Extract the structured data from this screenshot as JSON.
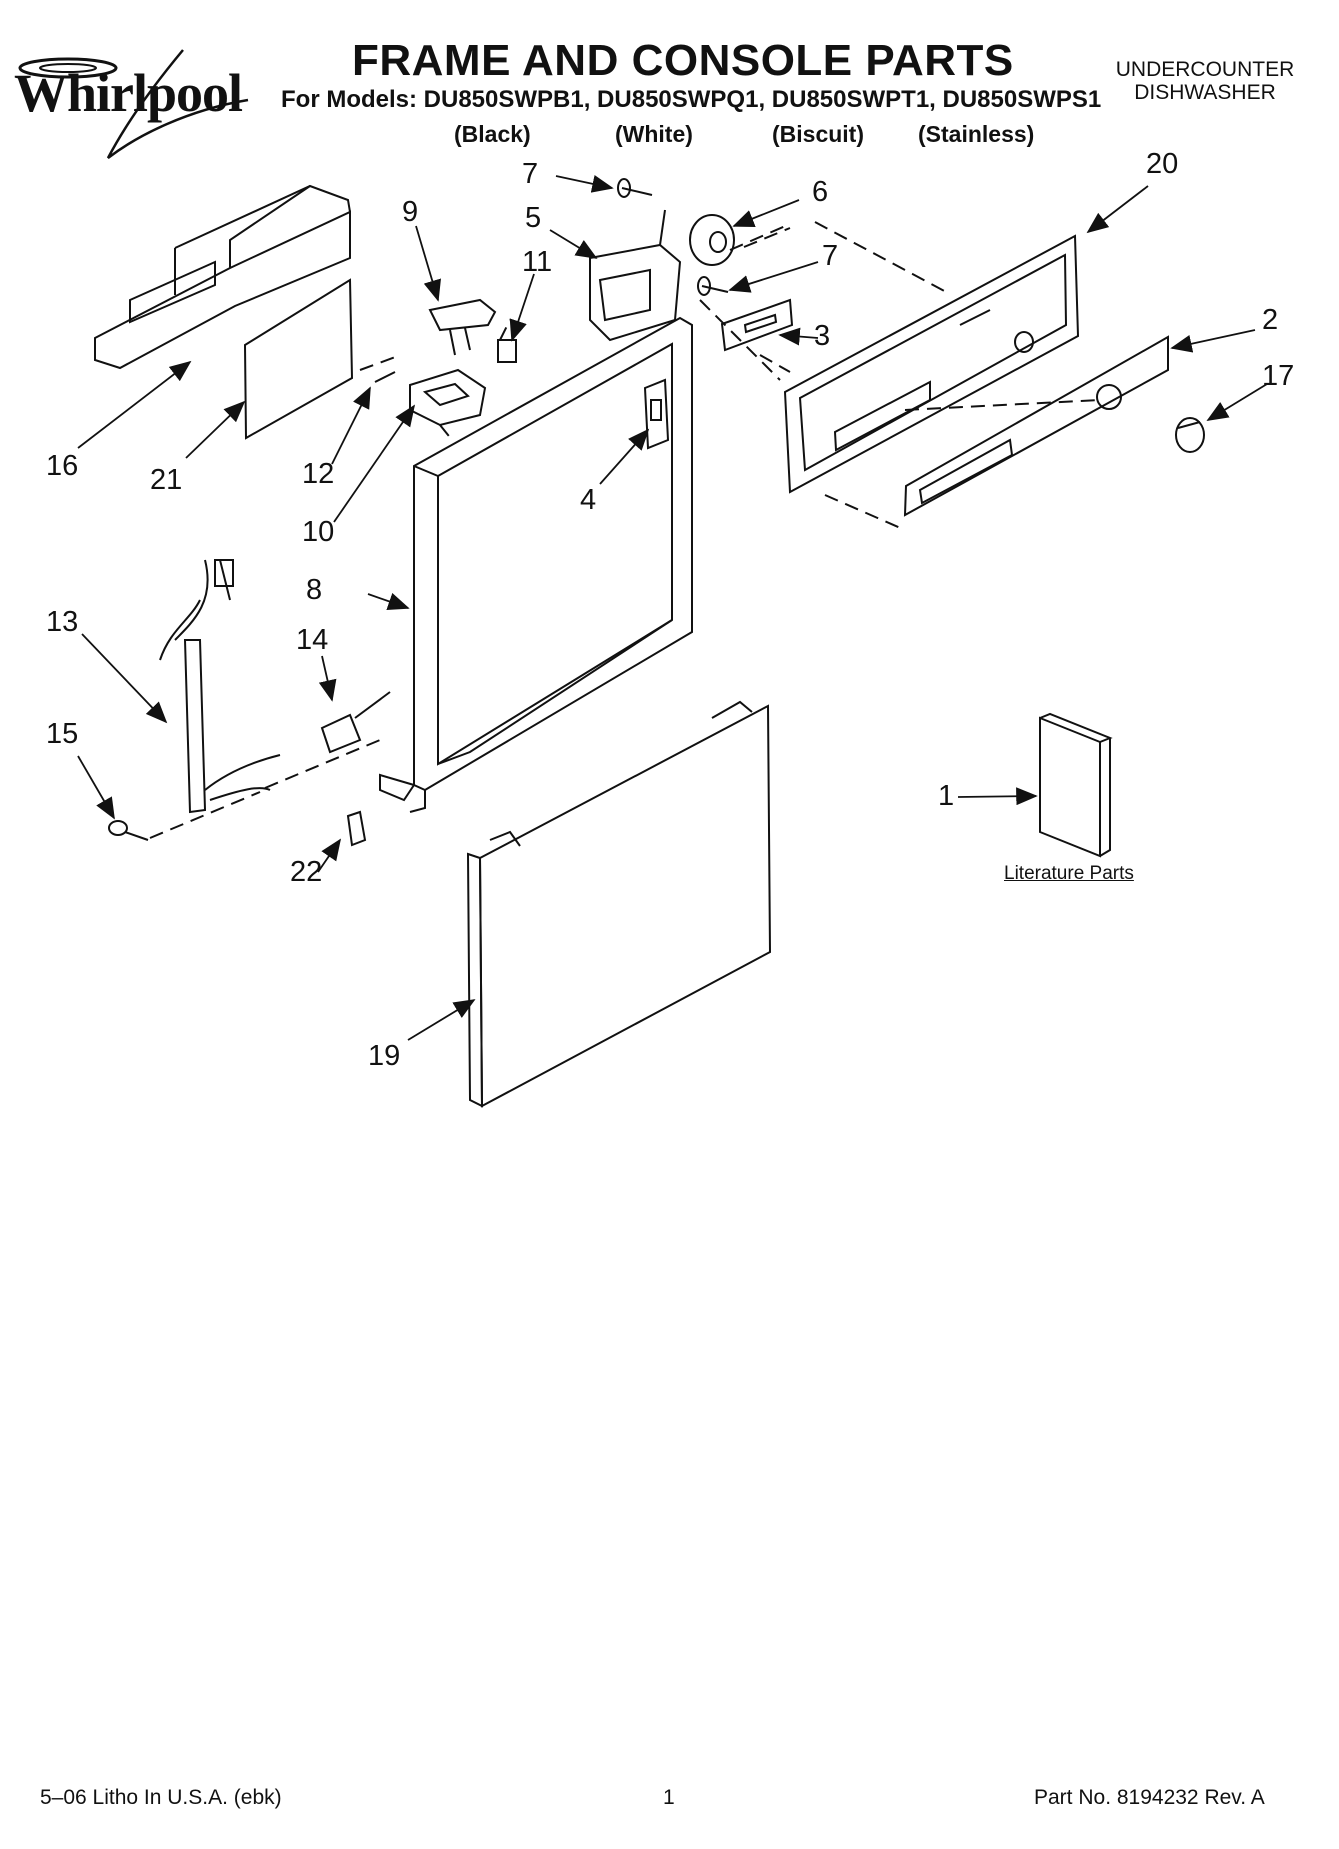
{
  "header": {
    "brand": "Whirlpool",
    "title": "FRAME AND CONSOLE PARTS",
    "models_line": "For Models: DU850SWPB1, DU850SWPQ1, DU850SWPT1, DU850SWPS1",
    "colors": [
      "(Black)",
      "(White)",
      "(Biscuit)",
      "(Stainless)"
    ],
    "appliance_type": [
      "UNDERCOUNTER",
      "DISHWASHER"
    ]
  },
  "callouts": [
    {
      "id": "c7a",
      "label": "7"
    },
    {
      "id": "c6",
      "label": "6"
    },
    {
      "id": "c20",
      "label": "20"
    },
    {
      "id": "c9",
      "label": "9"
    },
    {
      "id": "c5",
      "label": "5"
    },
    {
      "id": "c11",
      "label": "11"
    },
    {
      "id": "c7b",
      "label": "7"
    },
    {
      "id": "c2",
      "label": "2"
    },
    {
      "id": "c3",
      "label": "3"
    },
    {
      "id": "c17",
      "label": "17"
    },
    {
      "id": "c16",
      "label": "16"
    },
    {
      "id": "c21",
      "label": "21"
    },
    {
      "id": "c12",
      "label": "12"
    },
    {
      "id": "c4",
      "label": "4"
    },
    {
      "id": "c10",
      "label": "10"
    },
    {
      "id": "c8",
      "label": "8"
    },
    {
      "id": "c13",
      "label": "13"
    },
    {
      "id": "c14",
      "label": "14"
    },
    {
      "id": "c15",
      "label": "15"
    },
    {
      "id": "c1",
      "label": "1"
    },
    {
      "id": "c22",
      "label": "22"
    },
    {
      "id": "c19",
      "label": "19"
    }
  ],
  "literature_label": "Literature Parts",
  "footer": {
    "left": "5–06 Litho In U.S.A. (ebk)",
    "center": "1",
    "right": "Part No. 8194232 Rev. A"
  }
}
